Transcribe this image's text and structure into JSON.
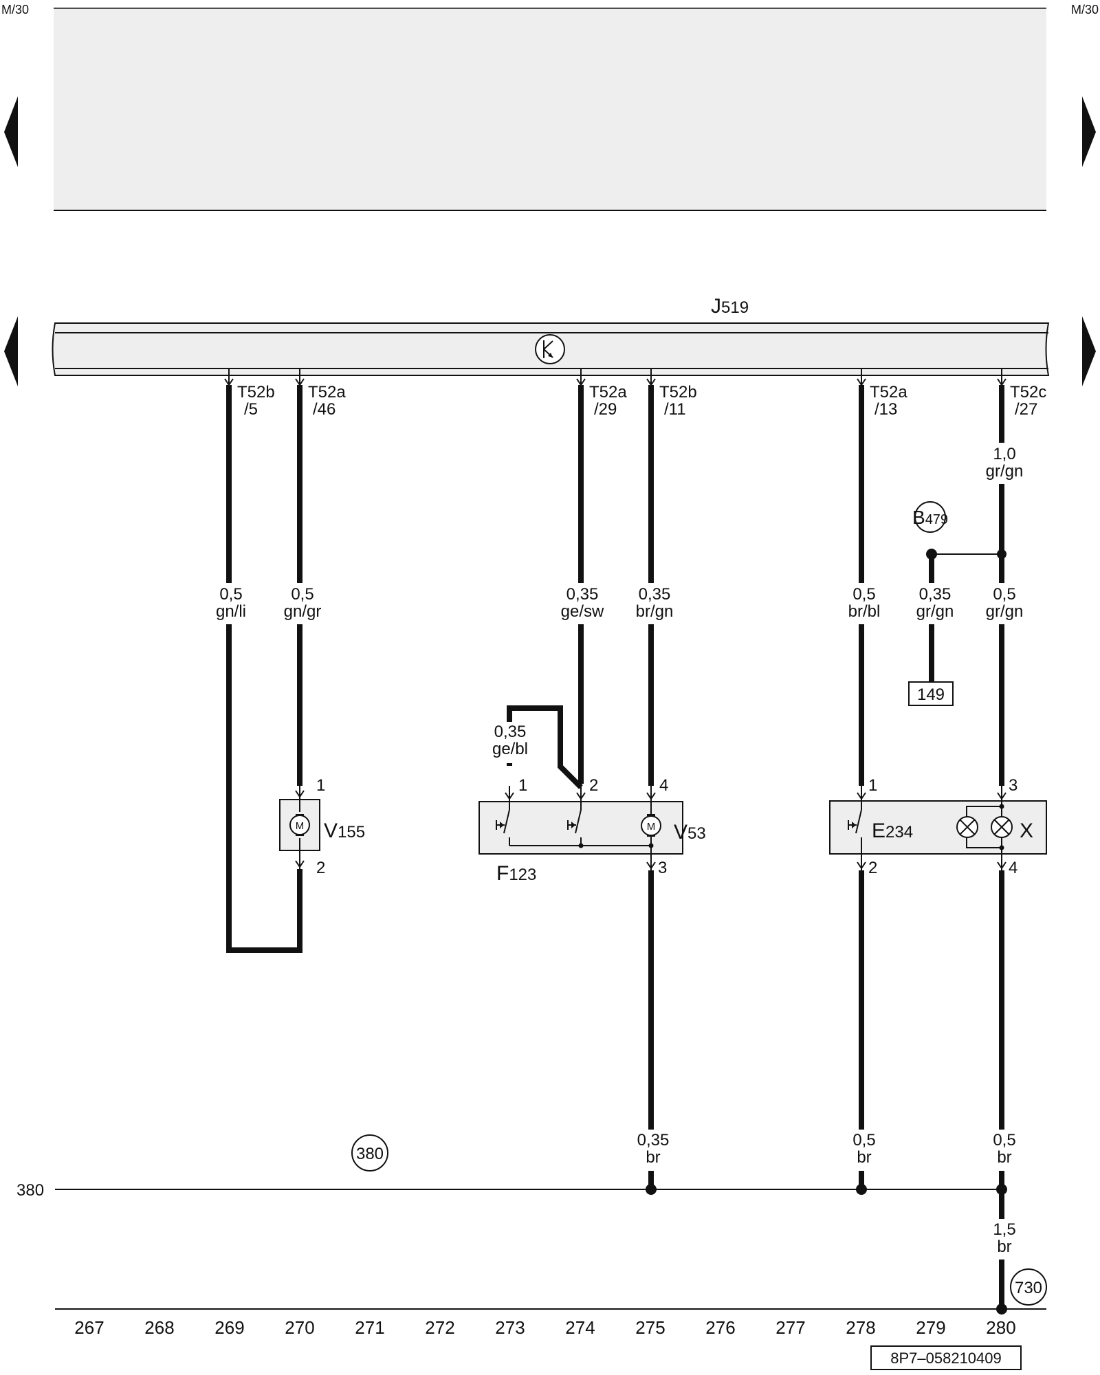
{
  "page": {
    "ref_top_left": "M/30",
    "ref_top_right": "M/30",
    "diagram_id": "8P7–058210409"
  },
  "control_unit": {
    "label": "J",
    "sub": "519"
  },
  "connectors": {
    "t52b_5": {
      "a": "T52b",
      "b": "/5"
    },
    "t52a_46": {
      "a": "T52a",
      "b": "/46"
    },
    "t52a_29": {
      "a": "T52a",
      "b": "/29"
    },
    "t52b_11": {
      "a": "T52b",
      "b": "/11"
    },
    "t52a_13": {
      "a": "T52a",
      "b": "/13"
    },
    "t52c_27": {
      "a": "T52c",
      "b": "/27"
    }
  },
  "wires": {
    "w269": {
      "size": "0,5",
      "color": "gn/li"
    },
    "w270": {
      "size": "0,5",
      "color": "gn/gr"
    },
    "w274": {
      "size": "0,35",
      "color": "ge/sw"
    },
    "w275": {
      "size": "0,35",
      "color": "br/gn"
    },
    "w278": {
      "size": "0,5",
      "color": "br/bl"
    },
    "w279": {
      "size": "0,35",
      "color": "gr/gn"
    },
    "w280": {
      "size": "0,5",
      "color": "gr/gn"
    },
    "w280_top": {
      "size": "1,0",
      "color": "gr/gn"
    },
    "w273": {
      "size": "0,35",
      "color": "ge/bl"
    },
    "w275_bot": {
      "size": "0,35",
      "color": "br"
    },
    "w278_bot": {
      "size": "0,5",
      "color": "br"
    },
    "w280_bot": {
      "size": "0,5",
      "color": "br"
    },
    "w280_ground": {
      "size": "1,5",
      "color": "br"
    }
  },
  "components": {
    "v155": {
      "label": "V",
      "sub": "155",
      "pin_top": "1",
      "pin_bottom": "2",
      "motor": "M"
    },
    "v53": {
      "label": "V",
      "sub": "53",
      "pin_top": "4",
      "pin_bottom": "3",
      "motor": "M"
    },
    "f123": {
      "label": "F",
      "sub": "123",
      "pin_1": "1",
      "pin_2": "2"
    },
    "e234": {
      "label": "E",
      "sub": "234",
      "pin_top": "1",
      "pin_bottom": "2"
    },
    "x": {
      "label": "X",
      "pin_top": "3",
      "pin_bottom": "4"
    }
  },
  "splice": {
    "label": "B",
    "sub": "479"
  },
  "ref_box": "149",
  "ground_points": {
    "circle_380": "380",
    "line_380": "380",
    "circle_730": "730"
  },
  "track_numbers": [
    "267",
    "268",
    "269",
    "270",
    "271",
    "272",
    "273",
    "274",
    "275",
    "276",
    "277",
    "278",
    "279",
    "280"
  ],
  "colors": {
    "ink": "#111111",
    "panel": "#eeeeee"
  }
}
